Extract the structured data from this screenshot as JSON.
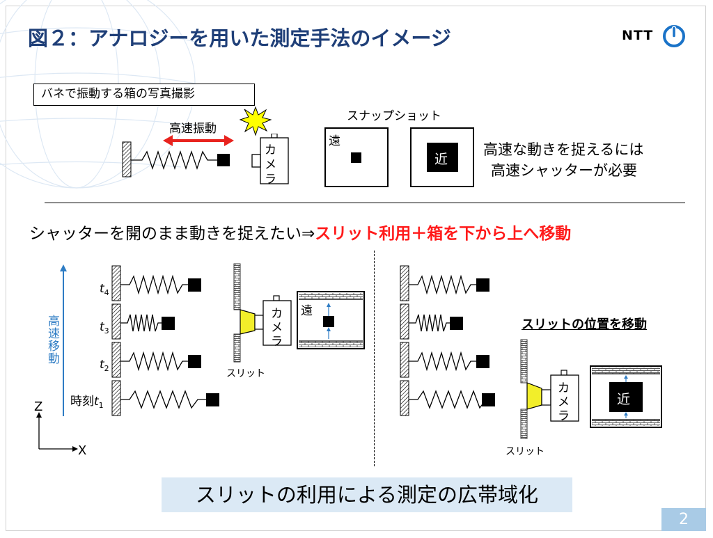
{
  "title": "図２：アナロジーを用いた測定手法のイメージ",
  "logo": {
    "text": "NTT"
  },
  "top": {
    "caption": "バネで振動する箱の写真撮影",
    "vibration_label": "高速振動",
    "camera_label": [
      "カ",
      "メ",
      "ラ"
    ],
    "snapshot_label": "スナップショット",
    "snap_far": "遠",
    "snap_near": "近",
    "note_line1": "高速な動きを捉えるには",
    "note_line2": "高速シャッターが必要"
  },
  "middle": {
    "statement": "シャッターを開のまま動きを捉えたい⇒",
    "statement_emphasis": "スリット利用＋箱を下から上へ移動"
  },
  "left_panel": {
    "axis_label": "高速移動",
    "times": [
      "t",
      "t",
      "t",
      "t"
    ],
    "time_subs": [
      "4",
      "3",
      "2",
      "1"
    ],
    "time_prefix": "時刻",
    "slit_label": "スリット",
    "camera_label": [
      "カ",
      "メ",
      "ラ"
    ],
    "image_far": "遠",
    "z_label": "Z",
    "x_label": "X"
  },
  "right_panel": {
    "heading": "スリットの位置を移動",
    "slit_label": "スリット",
    "camera_label": [
      "カ",
      "メ",
      "ラ"
    ],
    "image_near": "近"
  },
  "bottom_banner": "スリットの利用による測定の広帯域化",
  "page_number": "2",
  "colors": {
    "title": "#1f3f78",
    "accent_red": "#ff1a1a",
    "axis_blue": "#2e7cc4",
    "banner_bg": "#dbe9f5",
    "slit_yellow": "#f2ee2a"
  }
}
